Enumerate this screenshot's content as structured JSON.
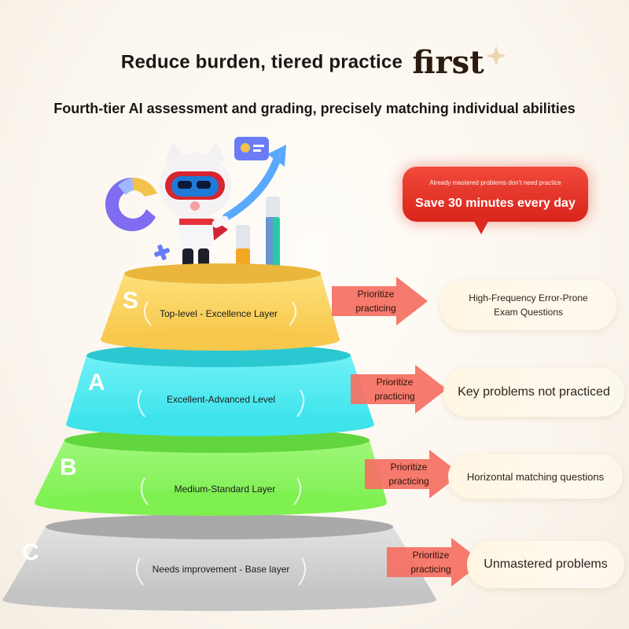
{
  "header": {
    "title": "Reduce burden, tiered practice",
    "title_accent": "first",
    "subtitle": "Fourth-tier AI assessment and grading, precisely matching individual abilities"
  },
  "callout": {
    "small_text": "Already mastered problems don't need practice",
    "main_text": "Save 30 minutes every day",
    "color": "#e0301f"
  },
  "tiers": [
    {
      "letter": "S",
      "label": "Top-level - Excellence Layer",
      "color": "#f8cb55",
      "arrow_label": "Prioritize practicing",
      "result": "High-Frequency Error-Prone Exam Questions"
    },
    {
      "letter": "A",
      "label": "Excellent-Advanced Level",
      "color": "#4ee6ee",
      "arrow_label": "Prioritize practicing",
      "result": "Key problems not practiced"
    },
    {
      "letter": "B",
      "label": "Medium-Standard Layer",
      "color": "#84f257",
      "arrow_label": "Prioritize practicing",
      "result": "Horizontal matching questions"
    },
    {
      "letter": "C",
      "label": "Needs improvement - Base layer",
      "color": "#c8c8c8",
      "arrow_label": "Prioritize practicing",
      "result": "Unmastered problems"
    }
  ],
  "icons": {
    "mascot": "robot-cat-mascot-icon",
    "chart": "bar-chart-growth-icon",
    "laurel": "laurel-wreath-icon",
    "sparkle": "sparkle-icon"
  }
}
